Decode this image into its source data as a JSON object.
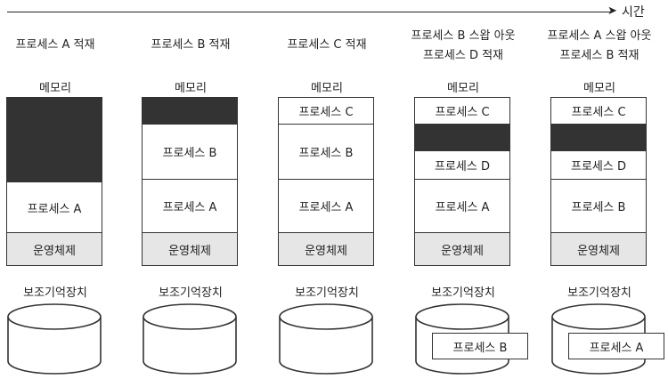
{
  "timeline": {
    "label": "시간"
  },
  "columns": [
    {
      "title_lines": [
        "프로세스 A 적재"
      ],
      "memory_label": "메모리",
      "segments": [
        {
          "label": "",
          "fill": "dark",
          "h": 95
        },
        {
          "label": "프로세스 A",
          "fill": "white",
          "h": 57
        },
        {
          "label": "운영체제",
          "fill": "os",
          "h": 36
        }
      ],
      "disk_label": "보조기억장치",
      "disk_content": ""
    },
    {
      "title_lines": [
        "프로세스 B 적재"
      ],
      "memory_label": "메모리",
      "segments": [
        {
          "label": "",
          "fill": "dark",
          "h": 30
        },
        {
          "label": "프로세스 B",
          "fill": "white",
          "h": 62
        },
        {
          "label": "프로세스 A",
          "fill": "white",
          "h": 60
        },
        {
          "label": "운영체제",
          "fill": "os",
          "h": 36
        }
      ],
      "disk_label": "보조기억장치",
      "disk_content": ""
    },
    {
      "title_lines": [
        "프로세스 C 적재"
      ],
      "memory_label": "메모리",
      "segments": [
        {
          "label": "프로세스 C",
          "fill": "white",
          "h": 30
        },
        {
          "label": "프로세스 B",
          "fill": "white",
          "h": 62
        },
        {
          "label": "프로세스 A",
          "fill": "white",
          "h": 60
        },
        {
          "label": "운영체제",
          "fill": "os",
          "h": 36
        }
      ],
      "disk_label": "보조기억장치",
      "disk_content": ""
    },
    {
      "title_lines": [
        "프로세스 B 스왑 아웃",
        "프로세스 D 적재"
      ],
      "memory_label": "메모리",
      "segments": [
        {
          "label": "프로세스 C",
          "fill": "white",
          "h": 30
        },
        {
          "label": "",
          "fill": "dark",
          "h": 30
        },
        {
          "label": "프로세스 D",
          "fill": "white",
          "h": 32
        },
        {
          "label": "프로세스 A",
          "fill": "white",
          "h": 60
        },
        {
          "label": "운영체제",
          "fill": "os",
          "h": 36
        }
      ],
      "disk_label": "보조기억장치",
      "disk_content": "프로세스 B"
    },
    {
      "title_lines": [
        "프로세스 A 스왑 아웃",
        "프로세스 B 적재"
      ],
      "memory_label": "메모리",
      "segments": [
        {
          "label": "프로세스 C",
          "fill": "white",
          "h": 30
        },
        {
          "label": "",
          "fill": "dark",
          "h": 30
        },
        {
          "label": "프로세스 D",
          "fill": "white",
          "h": 32
        },
        {
          "label": "프로세스 B",
          "fill": "white",
          "h": 60
        },
        {
          "label": "운영체제",
          "fill": "os",
          "h": 36
        }
      ],
      "disk_label": "보조기억장치",
      "disk_content": "프로세스 A"
    }
  ]
}
